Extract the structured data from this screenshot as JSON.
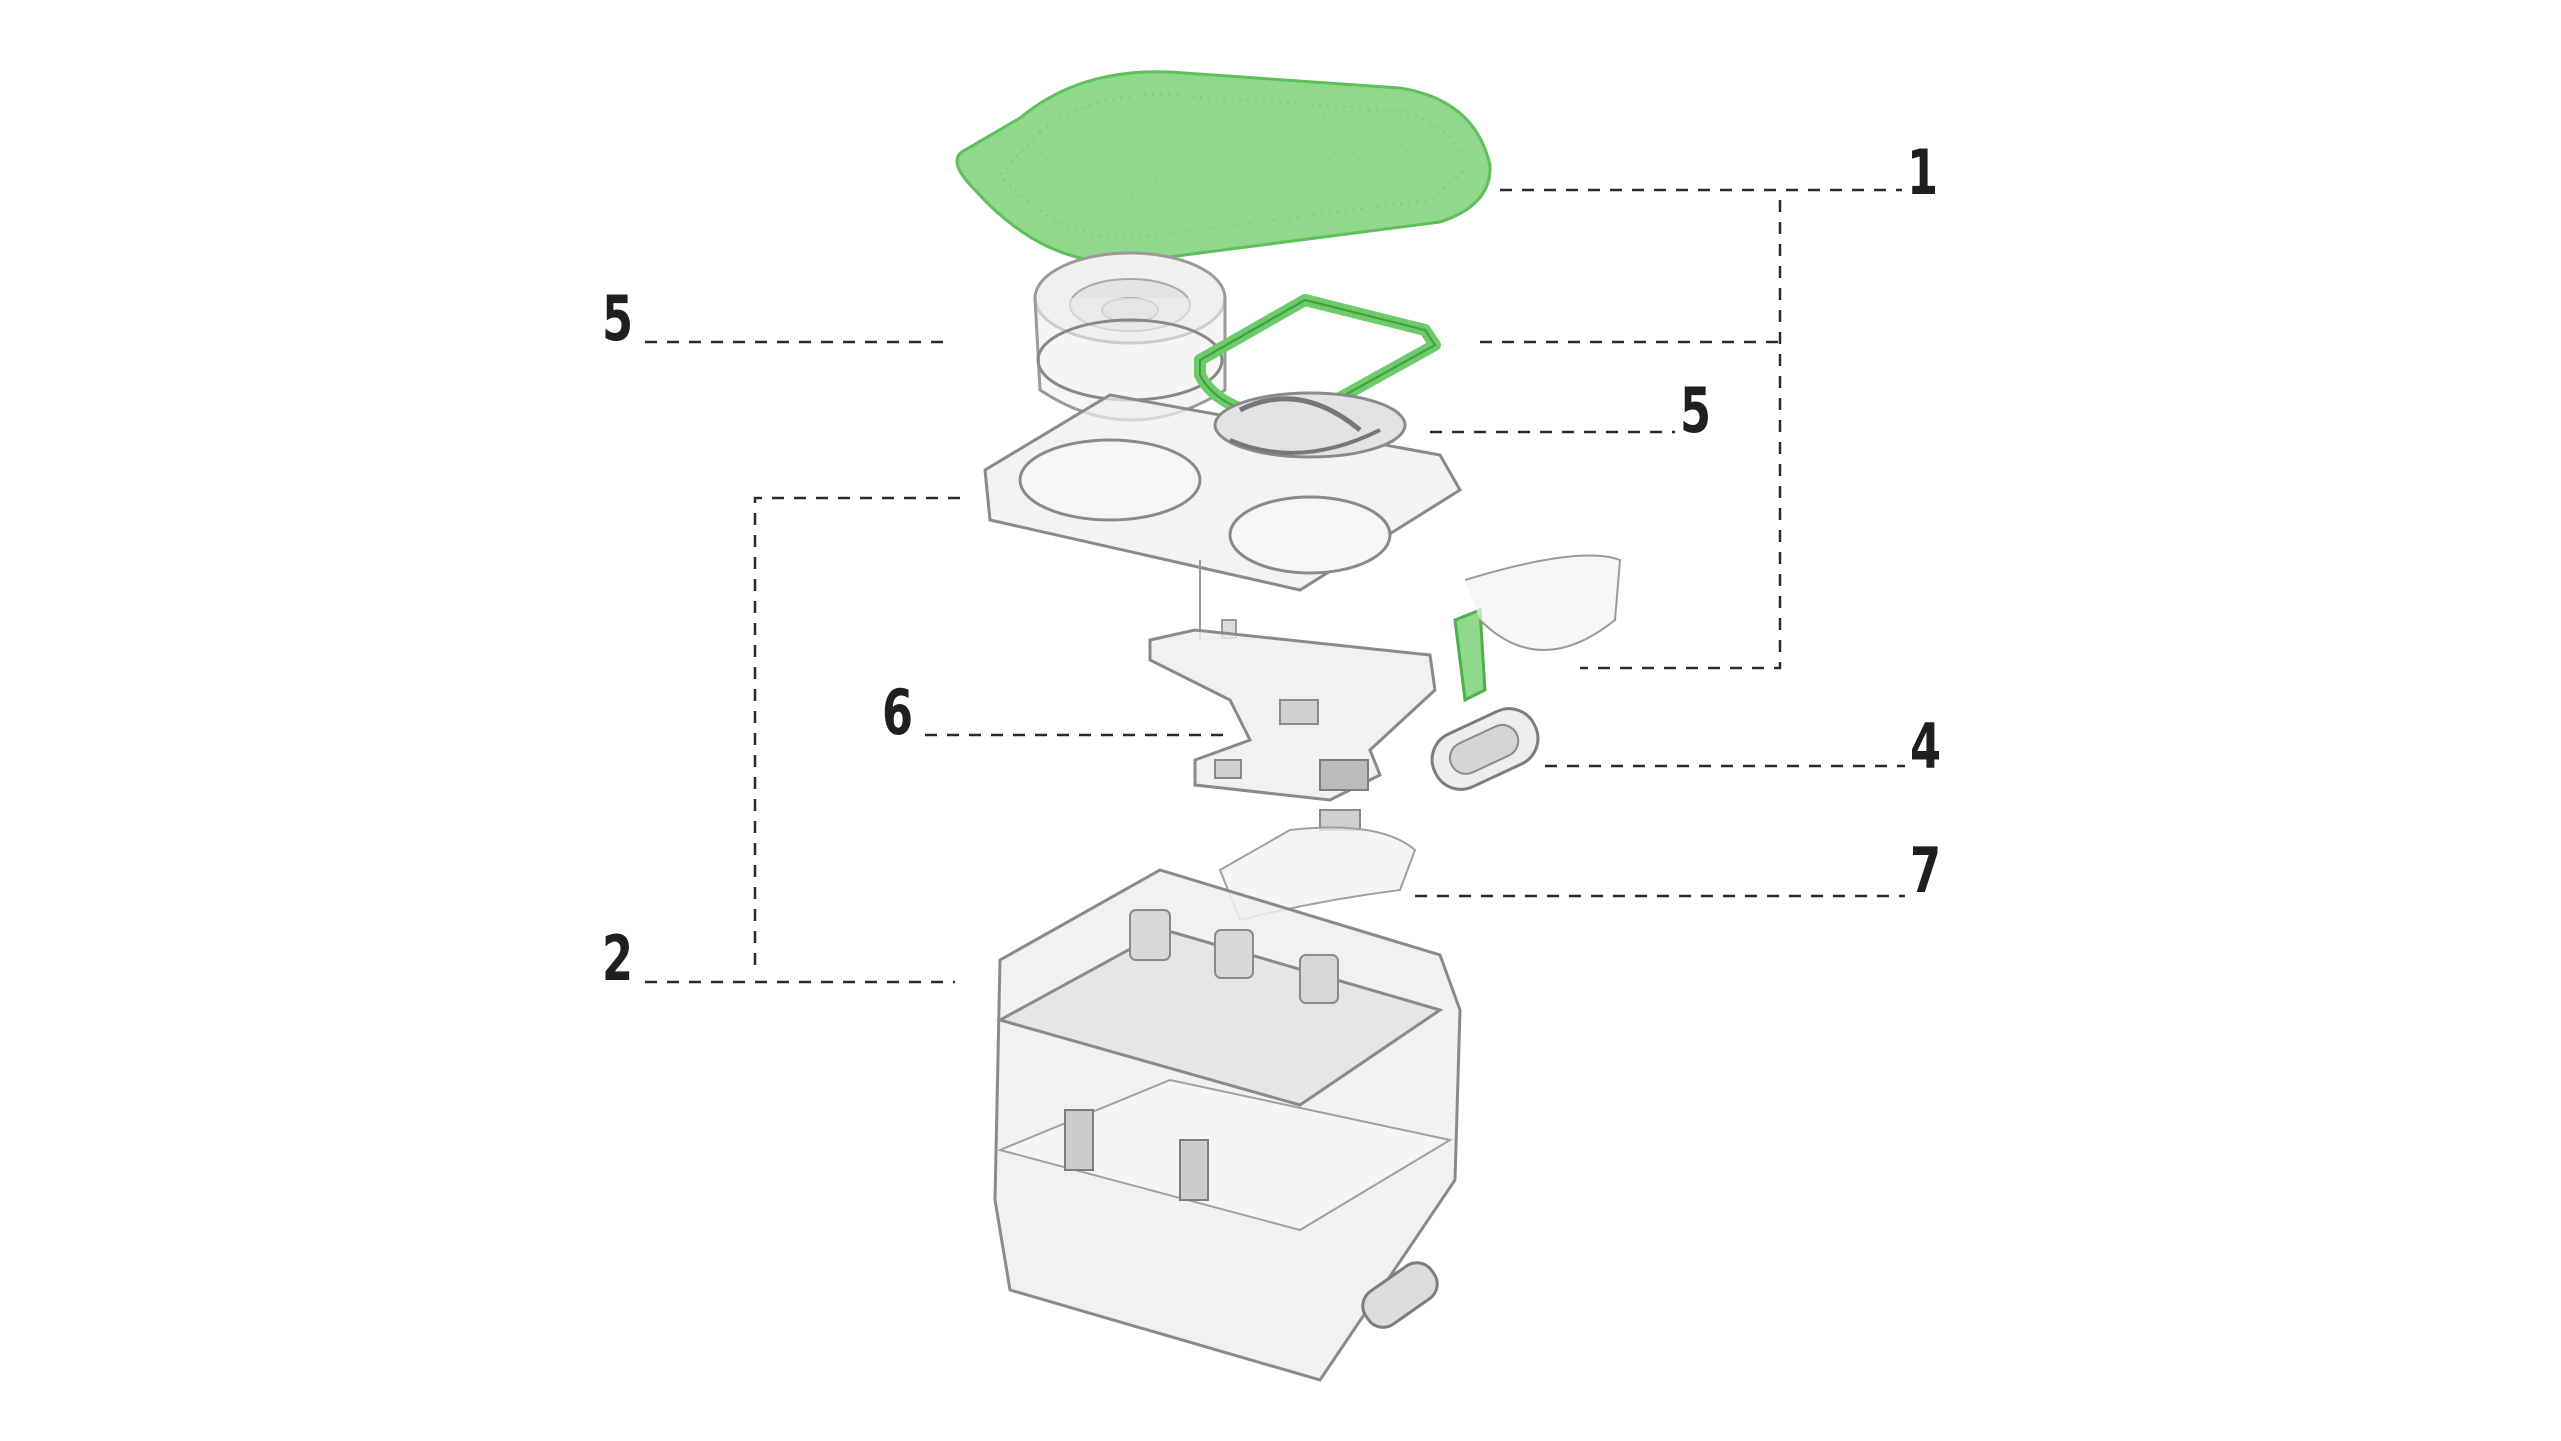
{
  "callouts": {
    "top_right": "1",
    "upper_left": "5",
    "upper_right": "5",
    "middle_left": "6",
    "middle_right": "4",
    "lower_right": "7",
    "lower_left": "2"
  },
  "colors": {
    "green_part": "#8fd88c",
    "green_edge": "#5fbf5d",
    "transparent_part": "#e9e9e9",
    "part_outline": "#9a9a9a",
    "leader_line": "#2a2a2a"
  },
  "icons": {
    "top_cover": "speaker-grille-cover-icon",
    "speaker_driver": "speaker-driver-icon",
    "gasket": "gasket-ring-icon",
    "inner_frame": "inner-frame-icon",
    "circuit_board": "circuit-board-icon",
    "button_cap": "button-cap-icon",
    "flex_cable": "flex-cable-icon",
    "housing": "housing-shell-icon"
  }
}
